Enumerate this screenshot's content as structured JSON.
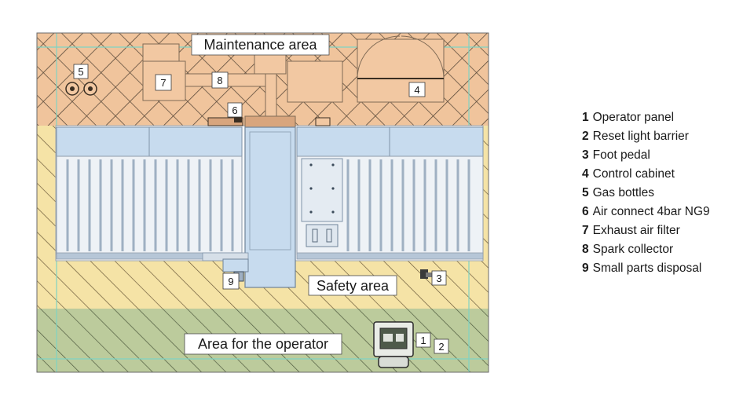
{
  "areas": {
    "maintenance": "Maintenance area",
    "safety": "Safety area",
    "operator": "Area for the operator"
  },
  "callouts": [
    "1",
    "2",
    "3",
    "4",
    "5",
    "6",
    "7",
    "8",
    "9"
  ],
  "legend": [
    {
      "num": "1",
      "text": "Operator panel"
    },
    {
      "num": "2",
      "text": "Reset light barrier"
    },
    {
      "num": "3",
      "text": "Foot pedal"
    },
    {
      "num": "4",
      "text": "Control cabinet"
    },
    {
      "num": "5",
      "text": "Gas bottles"
    },
    {
      "num": "6",
      "text": "Air connect 4bar NG9"
    },
    {
      "num": "7",
      "text": "Exhaust air filter"
    },
    {
      "num": "8",
      "text": "Spark collector"
    },
    {
      "num": "9",
      "text": "Small parts disposal"
    }
  ],
  "colors": {
    "maintenance_zone": "#f0c49c",
    "safety_zone": "#f5e3a6",
    "operator_zone": "#bccb9c",
    "machine_body": "#c7dbee",
    "guide_line": "#7ed3c4"
  }
}
